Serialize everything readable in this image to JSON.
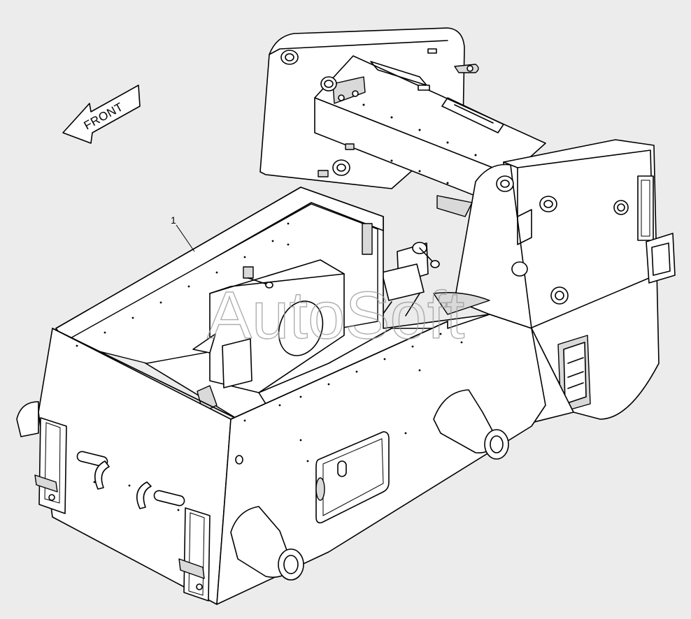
{
  "diagram": {
    "direction_label": "FRONT",
    "callout": "1",
    "watermark": "AutoSoft"
  },
  "colors": {
    "background": "#ececec",
    "line": "#000000",
    "part_fill": "#ffffff",
    "watermark": "#9a9a9a"
  }
}
